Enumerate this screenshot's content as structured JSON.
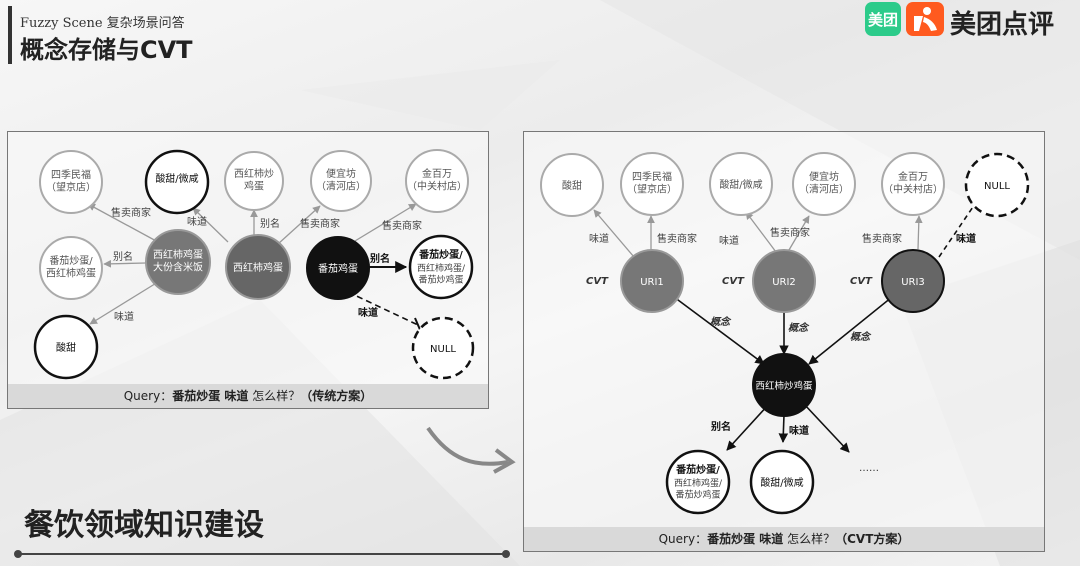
{
  "header": {
    "subtitle": "Fuzzy Scene 复杂场景问答",
    "title": "概念存储与CVT"
  },
  "logo": {
    "badge_text": "美团",
    "brand_text": "美团点评",
    "colors": {
      "meituan": "#2ccb8a",
      "dianping": "#ff5a1f"
    }
  },
  "left_panel": {
    "nodes": {
      "siji": "四季民福\n（望京店）",
      "suantian_weixian": "酸甜/微咸",
      "xihongshi_chao": "西红柿炒\n鸡蛋",
      "pianyifang": "便宜坊\n（清河店）",
      "jinbaiwan": "金百万\n（中关村店）",
      "fanqie_xihongshi": "番茄炒蛋/\n西红柿鸡蛋",
      "dafen": "西红柿鸡蛋\n大份含米饭",
      "xihongshi_jidan": "西红柿鸡蛋",
      "fanqie_jidan": "番茄鸡蛋",
      "alias_target_bold": "番茄炒蛋/",
      "alias_target_rest": "西红柿鸡蛋/\n番茄炒鸡蛋",
      "null": "NULL",
      "suantian": "酸甜"
    },
    "edges": {
      "seller1": "售卖商家",
      "taste1": "味道",
      "alias1": "别名",
      "seller2": "售卖商家",
      "seller3": "售卖商家",
      "alias2": "别名",
      "taste2": "味道",
      "alias3": "别名",
      "taste3": "味道"
    },
    "query": {
      "prefix": "Query：",
      "bold1": "番茄炒蛋 味道",
      "mid": " 怎么样？",
      "bold2": "（传统方案）"
    }
  },
  "right_panel": {
    "nodes": {
      "suantian": "酸甜",
      "siji": "四季民福\n（望京店）",
      "suantian_weixian": "酸甜/微咸",
      "pianyifang": "便宜坊\n（清河店）",
      "jinbaiwan": "金百万\n（中关村店）",
      "null": "NULL",
      "uri1": "URI1",
      "uri2": "URI2",
      "uri3": "URI3",
      "center": "西红柿炒鸡蛋",
      "alias_bold": "番茄炒蛋/",
      "alias_rest": "西红柿鸡蛋/\n番茄炒鸡蛋",
      "bottom_taste": "酸甜/微咸",
      "ellipsis": "……"
    },
    "edges": {
      "taste1": "味道",
      "seller1": "售卖商家",
      "taste2": "味道",
      "seller2": "售卖商家",
      "seller3": "售卖商家",
      "taste3": "味道",
      "cvt": "CVT",
      "concept": "概念",
      "alias": "别名",
      "taste": "味道"
    },
    "query": {
      "prefix": "Query：",
      "bold1": "番茄炒蛋 味道",
      "mid": " 怎么样？",
      "bold2": "（CVT方案）"
    }
  },
  "footer": {
    "caption": "餐饮领域知识建设"
  }
}
